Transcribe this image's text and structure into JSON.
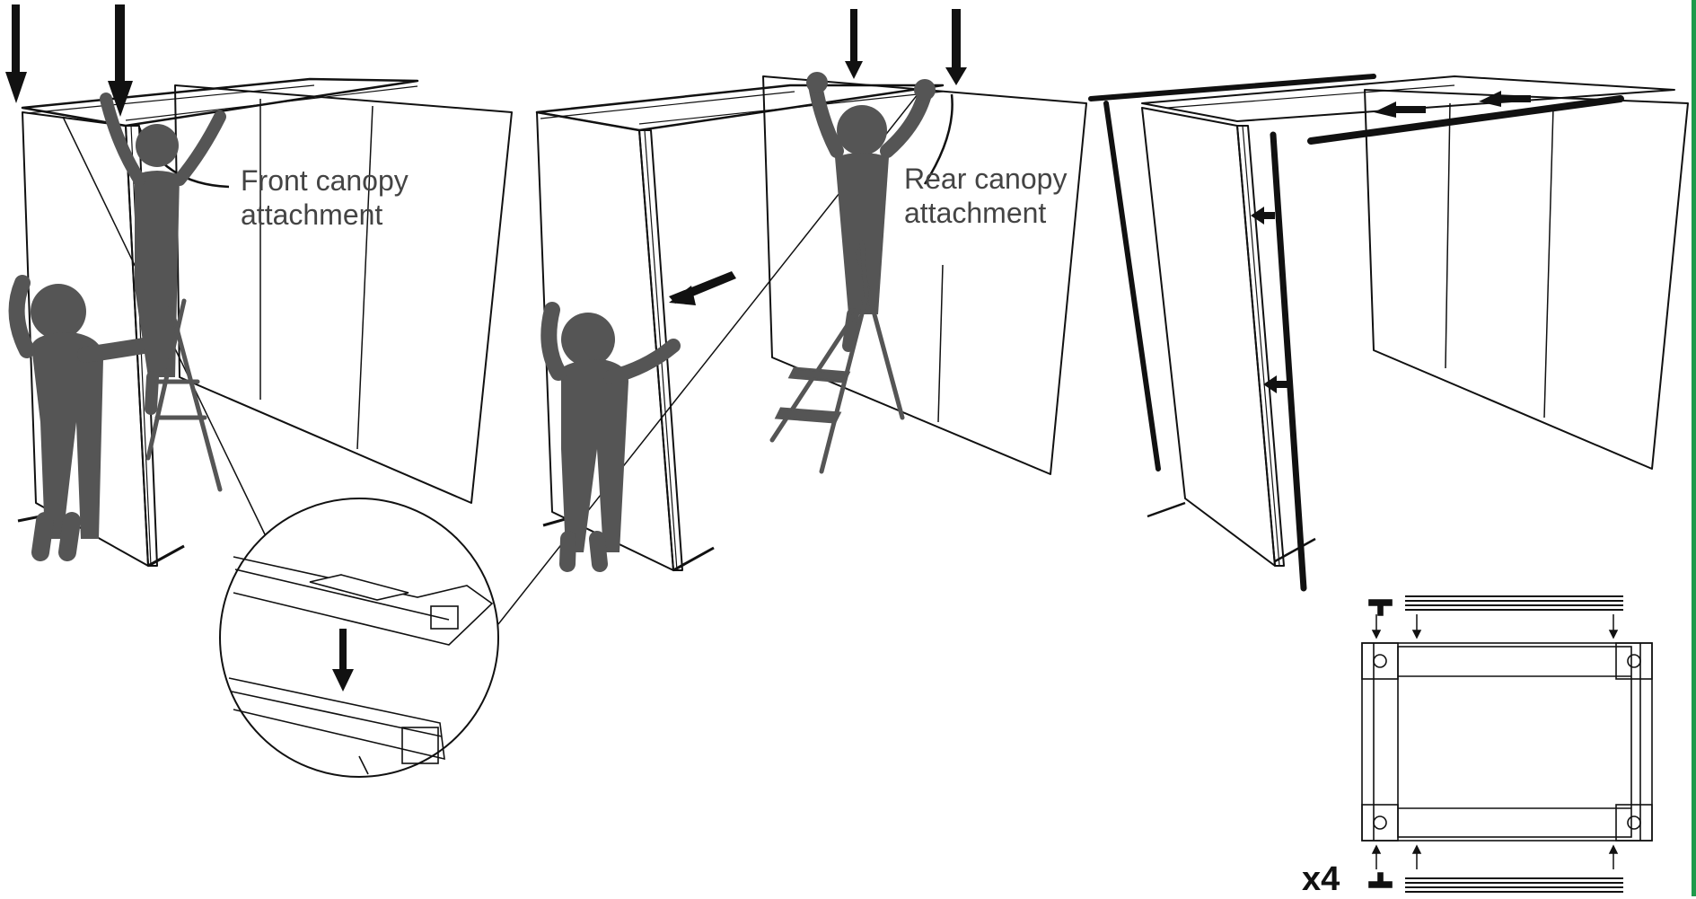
{
  "labels": {
    "front_canopy": "Front canopy\nattachment",
    "rear_canopy": "Rear canopy\nattachment",
    "quantity": "x4"
  },
  "colors": {
    "figure": "#555555",
    "line": "#111111",
    "accent_bar": "#1e9a4b",
    "background": "#ffffff"
  },
  "steps": [
    {
      "name": "front-canopy-step",
      "label_ref": "labels.front_canopy"
    },
    {
      "name": "rear-canopy-step",
      "label_ref": "labels.rear_canopy"
    },
    {
      "name": "side-rails-step"
    }
  ]
}
